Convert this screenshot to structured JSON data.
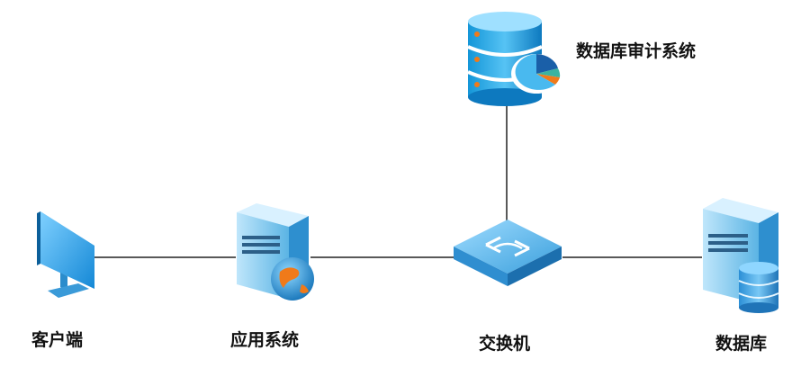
{
  "nodes": {
    "client": {
      "label": "客户端",
      "icon": "monitor-icon"
    },
    "app_system": {
      "label": "应用系统",
      "icon": "server-globe-icon"
    },
    "switch": {
      "label": "交换机",
      "icon": "network-switch-icon"
    },
    "database": {
      "label": "数据库",
      "icon": "database-server-icon"
    },
    "audit_system": {
      "label": "数据库审计系统",
      "icon": "database-audit-icon"
    }
  },
  "connections": [
    [
      "client",
      "app_system"
    ],
    [
      "app_system",
      "switch"
    ],
    [
      "switch",
      "database"
    ],
    [
      "switch",
      "audit_system"
    ]
  ],
  "colors": {
    "line": "#222222",
    "device_light": "#9fd6f5",
    "device_mid": "#4fb3e8",
    "device_dark": "#1a7fc1",
    "accent_orange": "#f07a1a"
  }
}
